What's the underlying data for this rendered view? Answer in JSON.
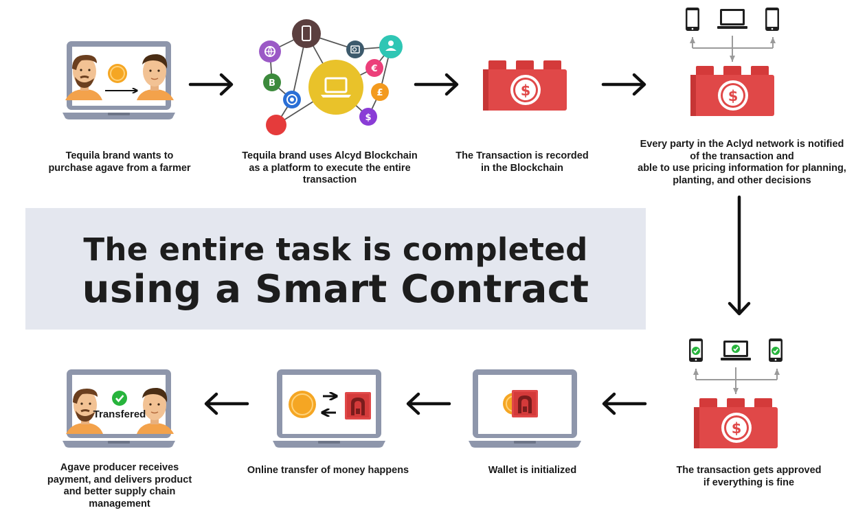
{
  "banner": {
    "line1": "The entire task is completed",
    "line2": "using a Smart Contract"
  },
  "steps": [
    {
      "id": "purchase",
      "caption": "Tequila brand wants to\npurchase agave from a farmer"
    },
    {
      "id": "platform",
      "caption": "Tequila brand uses Alcyd Blockchain\nas a platform to execute the entire\ntransaction"
    },
    {
      "id": "recorded",
      "caption": "The Transaction is recorded\nin the Blockchain"
    },
    {
      "id": "notified",
      "caption": "Every party in the Aclyd network is notified\nof the transaction and\nable to use pricing information for planning,\nplanting, and other decisions"
    },
    {
      "id": "approved",
      "caption": "The transaction gets approved\nif everything is fine"
    },
    {
      "id": "wallet",
      "caption": "Wallet is initialized"
    },
    {
      "id": "transfer",
      "caption": "Online transfer of money happens"
    },
    {
      "id": "delivered",
      "caption": "Agave producer receives\npayment, and delivers product\nand better        supply chain\nmanagement"
    }
  ],
  "labels": {
    "transfered": "Transfered"
  },
  "icons": {
    "blockchain_nodes": [
      "phone-icon",
      "globe-icon",
      "search-icon",
      "user-icon",
      "bitcoin-icon",
      "euro-icon",
      "pound-icon",
      "dollar-icon",
      "circle-node-icon",
      "red-dot-icon",
      "laptop-icon"
    ],
    "currency": {
      "bitcoin": "B",
      "euro": "€",
      "pound": "£",
      "dollar": "$"
    }
  },
  "colors": {
    "brick_red": "#e04848",
    "laptop_frame": "#8e96ab",
    "coin_gold": "#f5a623",
    "hub_yellow": "#e9c22a",
    "check_green": "#27b43c",
    "banner_bg": "#e4e7ef",
    "arrow_black": "#111111"
  }
}
